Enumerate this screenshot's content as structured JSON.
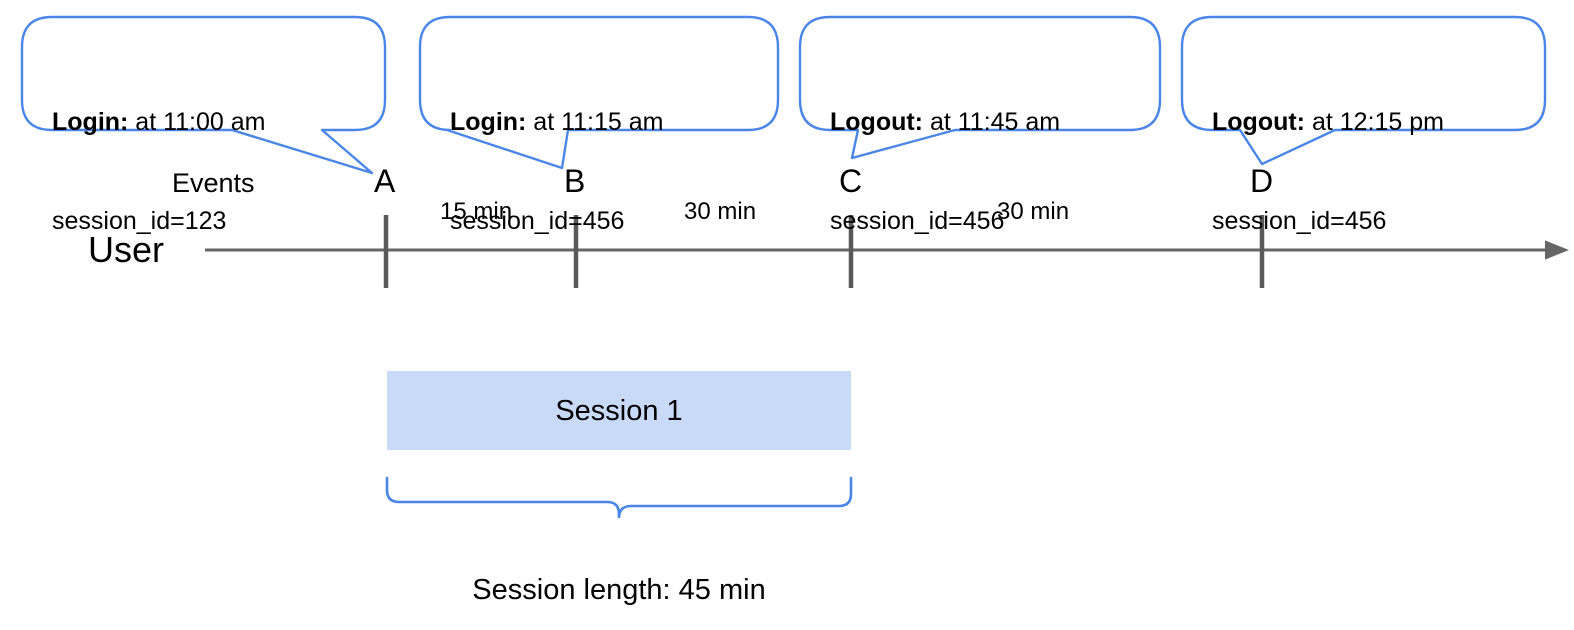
{
  "diagram": {
    "title_hidden": "",
    "colors": {
      "callout_border": "#4a86e8",
      "callout_fill": "#ffffff",
      "brace": "#4a86e8",
      "session_fill": "#c9daf8",
      "timeline": "#666666",
      "text": "#000000"
    },
    "callouts": [
      {
        "id": "callout-a",
        "event": "Login:",
        "time": " at 11:00 am",
        "session": "session_id=123",
        "points_to": "A"
      },
      {
        "id": "callout-b",
        "event": "Login:",
        "time": " at 11:15 am",
        "session": "session_id=456",
        "points_to": "B"
      },
      {
        "id": "callout-c",
        "event": "Logout:",
        "time": " at 11:45 am",
        "session": "session_id=456",
        "points_to": "C"
      },
      {
        "id": "callout-d",
        "event": "Logout:",
        "time": " at 12:15 pm",
        "session": "session_id=456",
        "points_to": "D"
      }
    ],
    "axis": {
      "events_label": "Events",
      "user_label": "User",
      "markers": [
        "A",
        "B",
        "C",
        "D"
      ],
      "durations": [
        "15 min",
        "30 min",
        "30 min"
      ]
    },
    "session": {
      "box_label": "Session 1",
      "length_label": "Session length: 45 min"
    }
  }
}
